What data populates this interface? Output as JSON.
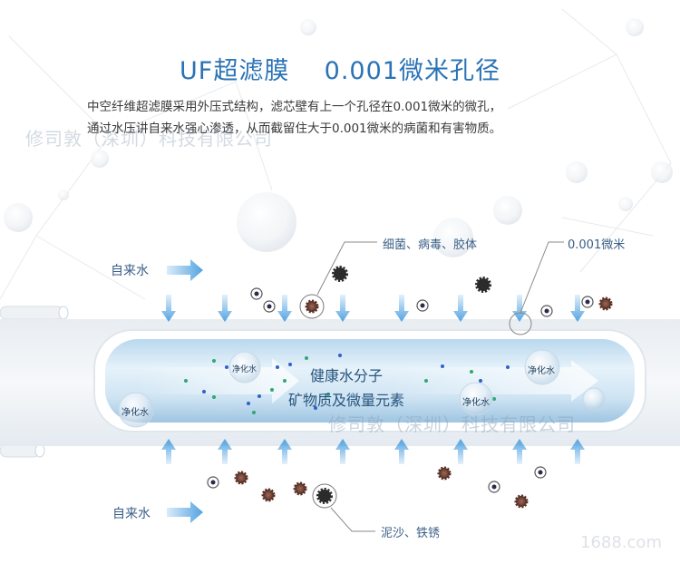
{
  "title": "UF超滤膜    0.001微米孔径",
  "description": [
    "中空纤维超滤膜采用外压式结构，滤芯壁有上一个孔径在0.001微米的微孔，",
    "通过水压讲自来水强心渗透，从而截留住大于0.001微米的病菌和有害物质。"
  ],
  "labels": {
    "tap_water_top": "自来水",
    "tap_water_bottom": "自来水",
    "bacteria": "细菌、病毒、胶体",
    "pore": "0.001微米",
    "sediment": "泥沙、铁锈",
    "healthy_line1": "健康水分子",
    "healthy_line2": "矿物质及微量元素"
  },
  "bubbles": [
    "净化水",
    "净化水",
    "净化水",
    "净化水"
  ],
  "watermarks": {
    "company_top": "修司敦（深圳）科技有限公司",
    "company_tube": "修司敦（深圳）科技有限公司",
    "site": "1688.com"
  },
  "colors": {
    "title": "#2a73b6",
    "arrow": "#4a9ee0",
    "tube": "#cfe3f2",
    "particle_dark": "#2b2b2b",
    "particle_brown": "#7a4a3a",
    "dot_blue": "#2f62c8",
    "dot_green": "#2fa872"
  }
}
